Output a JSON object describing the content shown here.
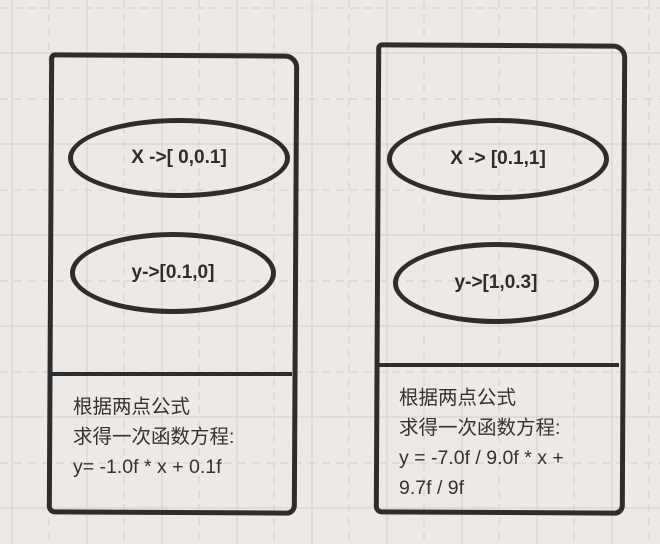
{
  "background_color": "#ede9e6",
  "stroke_color": "#2d2d2d",
  "panels": [
    {
      "x_range_label": "X ->[ 0,0.1]",
      "y_range_label": "y->[0.1,0]",
      "description": {
        "line1": "根据两点公式",
        "line2": "求得一次函数方程:",
        "line3": "y= -1.0f * x + 0.1f",
        "line4": ""
      }
    },
    {
      "x_range_label": "X -> [0.1,1]",
      "y_range_label": "y->[1,0.3]",
      "description": {
        "line1": "根据两点公式",
        "line2": "求得一次函数方程:",
        "line3": "y = -7.0f / 9.0f * x +",
        "line4": "9.7f / 9f"
      }
    }
  ]
}
